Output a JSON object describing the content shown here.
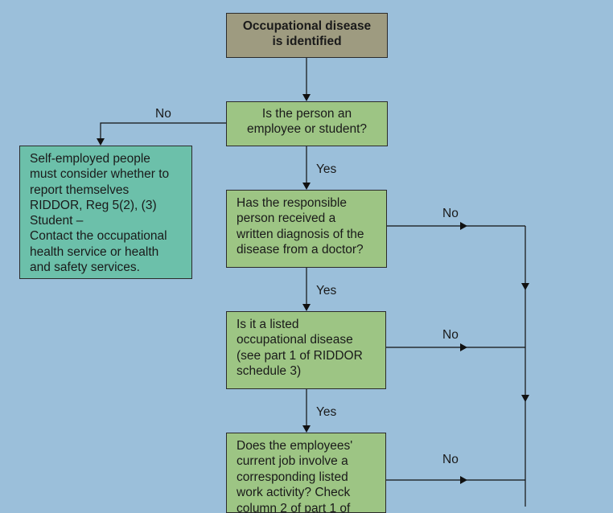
{
  "boxes": {
    "start": "Occupational disease\nis identified",
    "q_employee": "Is the person an\nemployee or student?",
    "self_employed": "Self-employed people\nmust consider whether to\nreport themselves\nRIDDOR, Reg 5(2), (3)\nStudent –\nContact the occupational\nhealth service or health\nand safety services.",
    "q_diagnosis": "Has the responsible\nperson received a\nwritten diagnosis of the\ndisease from a doctor?",
    "q_listed": "Is it a listed\noccupational disease\n(see part 1 of RIDDOR\nschedule 3)",
    "q_job": "Does the employees'\ncurrent job involve a\ncorresponding listed\nwork activity? Check\ncolumn 2 of part 1 of"
  },
  "labels": {
    "no_employee": "No",
    "yes_employee": "Yes",
    "no_diagnosis": "No",
    "yes_diagnosis": "Yes",
    "no_listed": "No",
    "yes_listed": "Yes",
    "no_job": "No"
  },
  "colors": {
    "background": "#9bbfda",
    "start_box": "#9e9b80",
    "question_box": "#9dc584",
    "outcome_box": "#6cc0aa"
  }
}
